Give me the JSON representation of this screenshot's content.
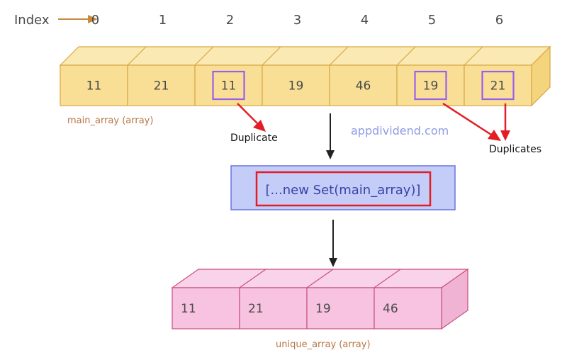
{
  "index_label": "Index",
  "indices": [
    "0",
    "1",
    "2",
    "3",
    "4",
    "5",
    "6"
  ],
  "main_array": {
    "values": [
      "11",
      "21",
      "11",
      "19",
      "46",
      "19",
      "21"
    ],
    "caption": "main_array (array)",
    "highlighted": [
      2,
      5,
      6
    ]
  },
  "annotations": {
    "duplicate": "Duplicate",
    "duplicates": "Duplicates",
    "watermark": "appdividend.com"
  },
  "operation": {
    "code": "[...new Set(main_array)]"
  },
  "unique_array": {
    "values": [
      "11",
      "21",
      "19",
      "46"
    ],
    "caption": "unique_array (array)"
  },
  "colors": {
    "yellow_face": "#f8df95",
    "yellow_top": "#fbe9b3",
    "yellow_side": "#f4d47c",
    "yellow_stroke": "#d9a741",
    "pink_face": "#f7c3e0",
    "pink_top": "#f9d3e9",
    "pink_side": "#f0b3d4",
    "pink_stroke": "#c9507f",
    "box_fill": "#c4cdf8",
    "box_stroke": "#6875dd",
    "highlight": "#9b5cf0",
    "red": "#e21d24",
    "index_arrow": "#c98a3e",
    "caption": "#b87544",
    "code_text": "#3a43a8",
    "watermark": "#8f9be3"
  }
}
